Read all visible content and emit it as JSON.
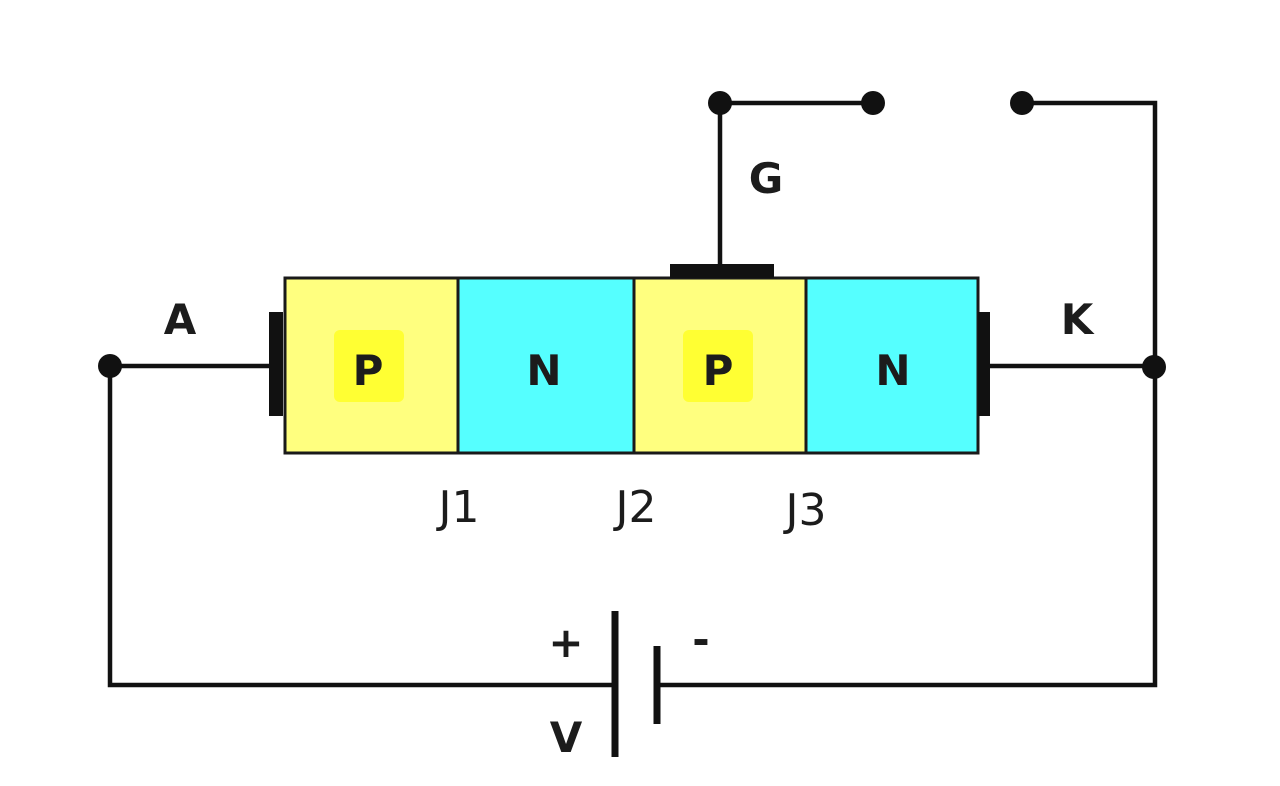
{
  "device": {
    "regions": [
      {
        "label": "P",
        "color": "#ffff7f",
        "highlight": "#ffff33"
      },
      {
        "label": "N",
        "color": "#55ffff"
      },
      {
        "label": "P",
        "color": "#ffff7f",
        "highlight": "#ffff33"
      },
      {
        "label": "N",
        "color": "#55ffff"
      }
    ],
    "junctions": [
      "J1",
      "J2",
      "J3"
    ]
  },
  "terminals": {
    "anode": "A",
    "gate": "G",
    "cathode": "K"
  },
  "battery": {
    "plus": "+",
    "minus": "-",
    "label": "V"
  }
}
